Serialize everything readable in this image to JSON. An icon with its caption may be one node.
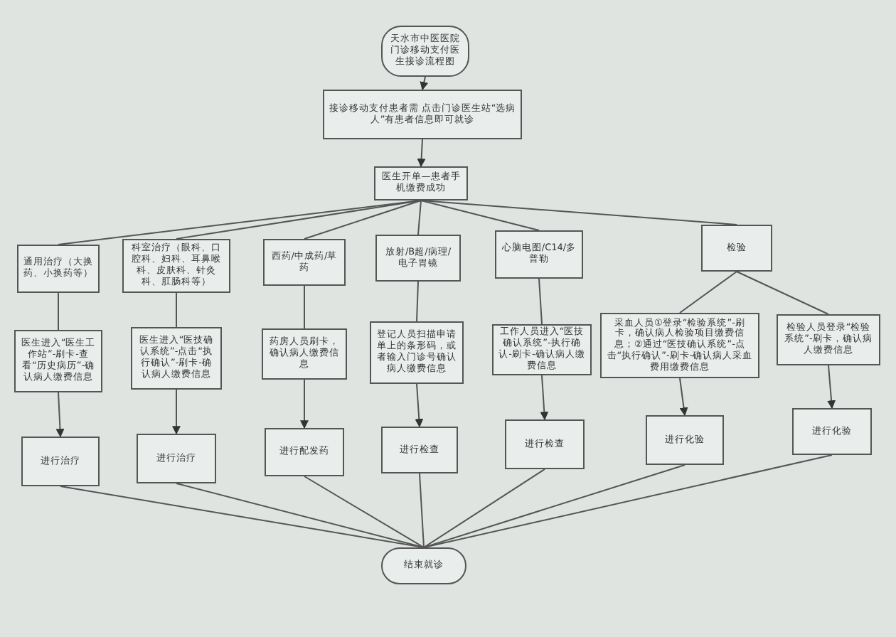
{
  "diagram": {
    "nodes": [
      {
        "text": [
          "天水市中医医院门诊移动支付医生接诊流程图"
        ]
      },
      {
        "text": [
          "接诊移动支付患者需 点击门诊医生站“选病人”有患者信息即可就诊"
        ]
      },
      {
        "text": [
          "医生开单—患者手机缴费成功"
        ]
      },
      {
        "text": [
          "通用治疗（大换药、小换药等）"
        ]
      },
      {
        "text": [
          "科室治疗（眼科、口腔科、妇科、耳鼻喉科、皮肤科、针灸科、肛肠科等）"
        ]
      },
      {
        "text": [
          "西药/中成药/草药"
        ]
      },
      {
        "text": [
          "放射/B超/病理/电子胃镜"
        ]
      },
      {
        "text": [
          "心脑电图/C14/多普勒"
        ]
      },
      {
        "text": [
          "检验"
        ]
      },
      {
        "text": [
          "医生进入“医生工作站”-刷卡-查看“历史病历”-确认病人缴费信息"
        ]
      },
      {
        "text": [
          "医生进入“医技确认系统”-点击“执行确认”-刷卡-确认病人缴费信息"
        ]
      },
      {
        "text": [
          "药房人员刷卡，确认病人缴费信息"
        ]
      },
      {
        "text": [
          "登记人员扫描申请单上的条形码，或者输入门诊号确认病人缴费信息"
        ]
      },
      {
        "text": [
          "工作人员进入“医技确认系统”-执行确认-刷卡-确认病人缴费信息"
        ]
      },
      {
        "text": [
          "采血人员①登录“检验系统”-刷卡，确认病人检验项目缴费信息；②通过“医技确认系统”-点击“执行确认”-刷卡-确认病人采血费用缴费信息"
        ]
      },
      {
        "text": [
          "检验人员登录“检验系统”-刷卡，确认病人缴费信息"
        ]
      },
      {
        "text": [
          "进行治疗"
        ]
      },
      {
        "text": [
          "进行治疗"
        ]
      },
      {
        "text": [
          "进行配发药"
        ]
      },
      {
        "text": [
          "进行检查"
        ]
      },
      {
        "text": [
          "进行检查"
        ]
      },
      {
        "text": [
          "进行化验"
        ]
      },
      {
        "text": [
          "进行化验"
        ]
      },
      {
        "text": [
          "结束就诊"
        ]
      }
    ],
    "edges": [
      {
        "from": 0,
        "to": 1,
        "arrow": "to"
      },
      {
        "from": 1,
        "to": 2,
        "arrow": "to"
      },
      {
        "from": 2,
        "to": 3,
        "arrow": "none"
      },
      {
        "from": 2,
        "to": 4,
        "arrow": "none"
      },
      {
        "from": 2,
        "to": 5,
        "arrow": "none"
      },
      {
        "from": 2,
        "to": 6,
        "arrow": "none"
      },
      {
        "from": 2,
        "to": 7,
        "arrow": "none"
      },
      {
        "from": 2,
        "to": 8,
        "arrow": "none"
      },
      {
        "from": 3,
        "to": 9,
        "arrow": "none"
      },
      {
        "from": 4,
        "to": 10,
        "arrow": "none"
      },
      {
        "from": 5,
        "to": 11,
        "arrow": "none"
      },
      {
        "from": 6,
        "to": 12,
        "arrow": "none"
      },
      {
        "from": 7,
        "to": 13,
        "arrow": "none"
      },
      {
        "from": 8,
        "to": 14,
        "arrow": "none"
      },
      {
        "from": 8,
        "to": 15,
        "arrow": "none"
      },
      {
        "from": 9,
        "to": 16,
        "arrow": "to"
      },
      {
        "from": 10,
        "to": 17,
        "arrow": "to"
      },
      {
        "from": 11,
        "to": 18,
        "arrow": "to"
      },
      {
        "from": 12,
        "to": 19,
        "arrow": "to"
      },
      {
        "from": 13,
        "to": 20,
        "arrow": "to"
      },
      {
        "from": 14,
        "to": 21,
        "arrow": "to"
      },
      {
        "from": 15,
        "to": 22,
        "arrow": "to"
      },
      {
        "from": 16,
        "to": 23,
        "arrow": "none"
      },
      {
        "from": 17,
        "to": 23,
        "arrow": "none"
      },
      {
        "from": 18,
        "to": 23,
        "arrow": "none"
      },
      {
        "from": 19,
        "to": 23,
        "arrow": "none"
      },
      {
        "from": 20,
        "to": 23,
        "arrow": "none"
      },
      {
        "from": 21,
        "to": 23,
        "arrow": "none"
      },
      {
        "from": 22,
        "to": 23,
        "arrow": "none"
      }
    ]
  }
}
